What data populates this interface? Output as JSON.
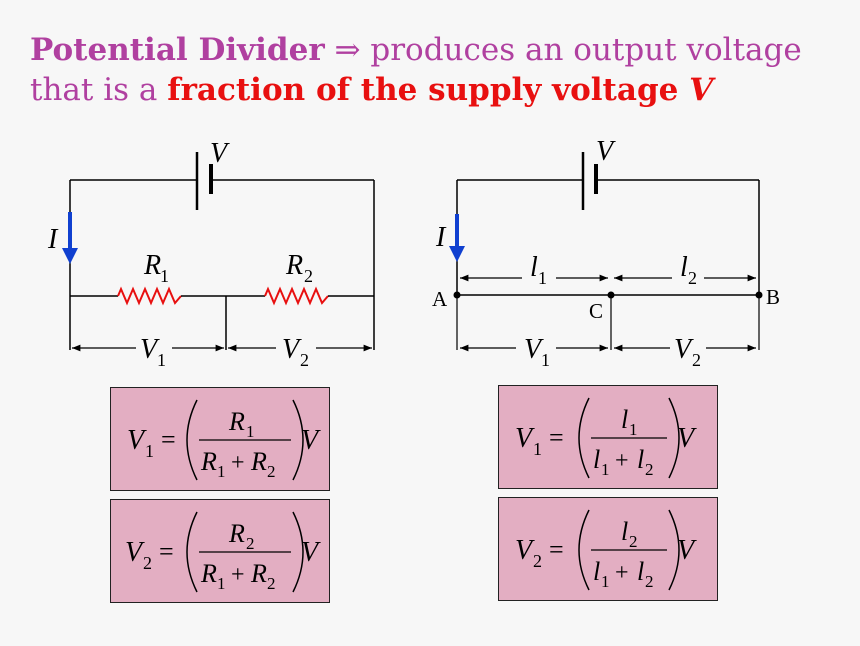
{
  "heading": {
    "line1_bold": "Potential Divider",
    "arrow": "⇒",
    "line1_rest": " produces an output voltage",
    "line2_plain": "that is a ",
    "line2_bold": "fraction of the supply voltage ",
    "line2_var": "V"
  },
  "left_circuit": {
    "supply_label": "V",
    "current_label": "I",
    "r1_label": "R",
    "r1_sub": "1",
    "r2_label": "R",
    "r2_sub": "2",
    "v1_label": "V",
    "v1_sub": "1",
    "v2_label": "V",
    "v2_sub": "2"
  },
  "right_circuit": {
    "supply_label": "V",
    "current_label": "I",
    "l1_label": "l",
    "l1_sub": "1",
    "l2_label": "l",
    "l2_sub": "2",
    "point_a": "A",
    "point_b": "B",
    "point_c": "C",
    "v1_label": "V",
    "v1_sub": "1",
    "v2_label": "V",
    "v2_sub": "2"
  },
  "formulas": {
    "f1": {
      "lhs": "V",
      "lhs_sub": "1",
      "num": "R",
      "num_sub": "1",
      "den_a": "R",
      "den_a_sub": "1",
      "plus": "+",
      "den_b": "R",
      "den_b_sub": "2",
      "eq": "=",
      "rhs": "V"
    },
    "f2": {
      "lhs": "V",
      "lhs_sub": "2",
      "num": "R",
      "num_sub": "2",
      "den_a": "R",
      "den_a_sub": "1",
      "plus": "+",
      "den_b": "R",
      "den_b_sub": "2",
      "eq": "=",
      "rhs": "V"
    },
    "f3": {
      "lhs": "V",
      "lhs_sub": "1",
      "num": "l",
      "num_sub": "1",
      "den_a": "l",
      "den_a_sub": "1",
      "plus": "+",
      "den_b": "l",
      "den_b_sub": "2",
      "eq": "=",
      "rhs": "V"
    },
    "f4": {
      "lhs": "V",
      "lhs_sub": "2",
      "num": "l",
      "num_sub": "2",
      "den_a": "l",
      "den_a_sub": "1",
      "plus": "+",
      "den_b": "l",
      "den_b_sub": "2",
      "eq": "=",
      "rhs": "V"
    }
  },
  "colors": {
    "heading": "#b040a0",
    "emphasis": "#e81010",
    "current_arrow": "#1040d0",
    "resistor": "#e81010",
    "formula_bg": "#e3aec2"
  }
}
